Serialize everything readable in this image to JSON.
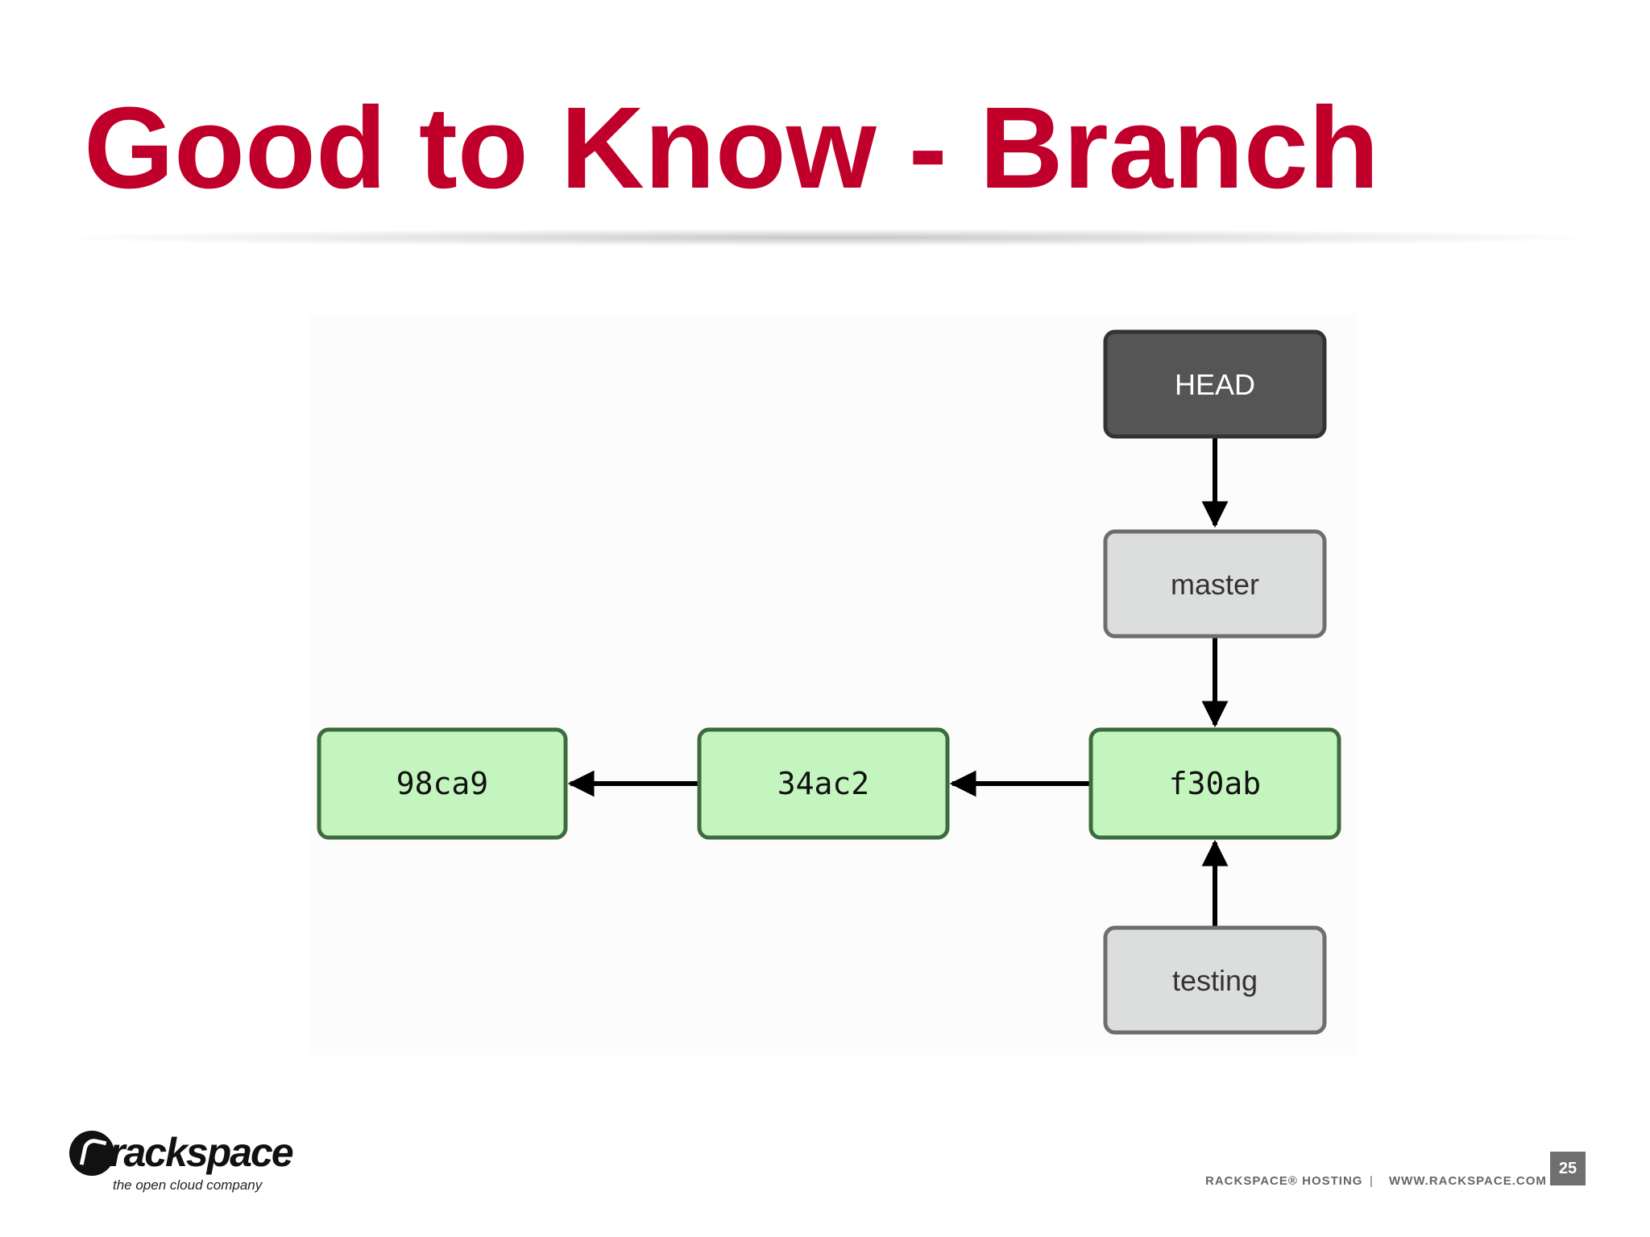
{
  "slide": {
    "title": "Good to Know - Branch",
    "page_number": "25"
  },
  "diagram": {
    "pointers": {
      "head": "HEAD",
      "master": "master",
      "testing": "testing"
    },
    "commits": [
      "98ca9",
      "34ac2",
      "f30ab"
    ],
    "colors": {
      "head_fill": "#555555",
      "branch_fill": "#dcdedd",
      "commit_fill": "#c4f5bf",
      "commit_border": "#3e6b3e",
      "arrow": "#000000"
    }
  },
  "brand": {
    "name": "rackspace",
    "tagline": "the open cloud company",
    "title_color": "#c0002a"
  },
  "footer": {
    "hosting": "RACKSPACE® HOSTING",
    "separator": "|",
    "url": "WWW.RACKSPACE.COM"
  }
}
